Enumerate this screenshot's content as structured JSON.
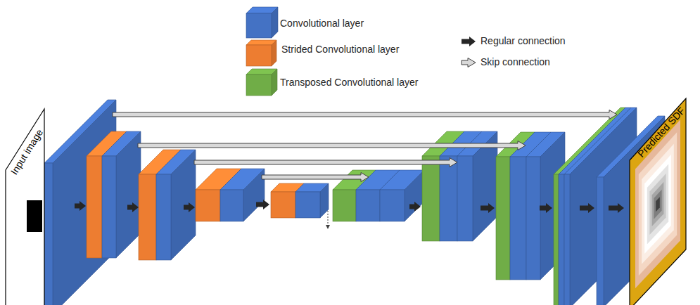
{
  "diagram": {
    "nodes": [
      {
        "text": [
          "Input image"
        ]
      },
      {
        "text": [
          "Predicted SDF"
        ]
      }
    ],
    "legend": [
      {
        "text": "Convolutional layer",
        "color": "#4472c4"
      },
      {
        "text": "Strided Convolutional layer",
        "color": "#ed7d31"
      },
      {
        "text": "Transposed Convolutional layer",
        "color": "#70ad47"
      },
      {
        "text": "Regular connection"
      },
      {
        "text": "Skip connection"
      }
    ]
  }
}
